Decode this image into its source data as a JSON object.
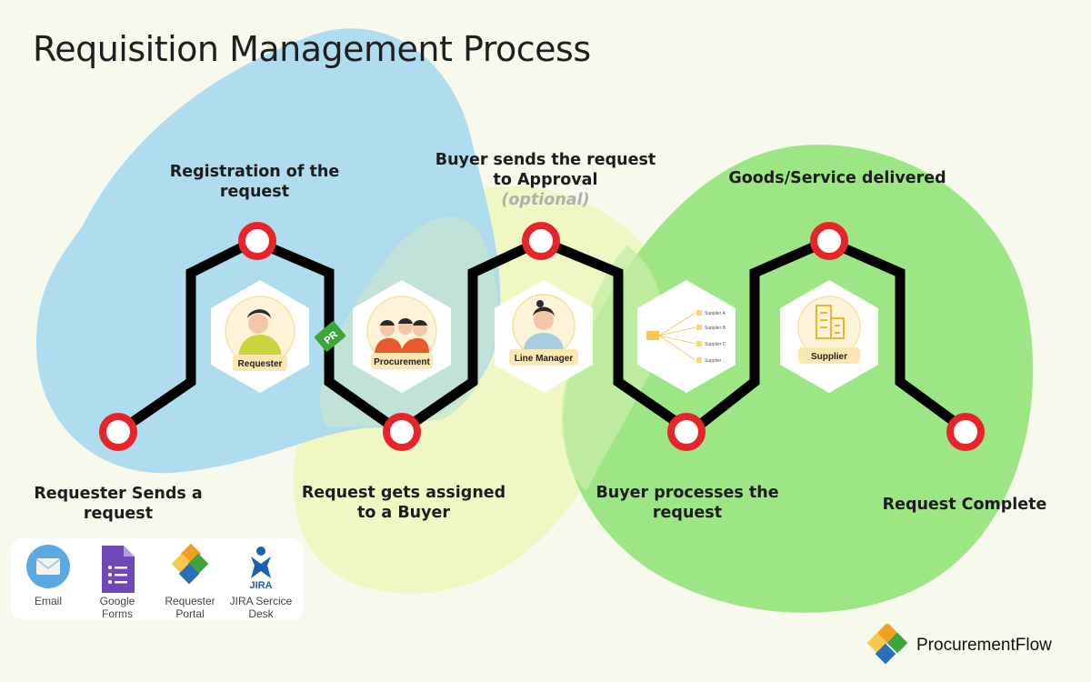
{
  "title": "Requisition Management Process",
  "steps": [
    {
      "label_lines": [
        "Requester Sends a",
        "request"
      ]
    },
    {
      "label_lines": [
        "Registration of the",
        "request"
      ]
    },
    {
      "label_lines": [
        "Request gets assigned",
        "to a Buyer"
      ]
    },
    {
      "label_lines": [
        "Buyer sends the request",
        "to Approval"
      ],
      "note": "(optional)"
    },
    {
      "label_lines": [
        "Buyer processes the",
        "request"
      ]
    },
    {
      "label_lines": [
        "Goods/Service delivered"
      ]
    },
    {
      "label_lines": [
        "Request Complete"
      ]
    }
  ],
  "roles": {
    "requester": "Requester",
    "procurement": "Procurement",
    "line_manager": "Line Manager",
    "supplier": "Supplier",
    "supplier_list": [
      "Supplier A",
      "Supplier B",
      "Supplier C",
      "Supplier ..."
    ],
    "pr_badge": "PR"
  },
  "channels": [
    {
      "label": "Email",
      "icon": "email-icon"
    },
    {
      "label": "Google Forms",
      "icon": "google-forms-icon"
    },
    {
      "label": "Requester Portal",
      "icon": "requester-portal-icon"
    },
    {
      "label": "JIRA Sercice Desk",
      "icon": "jira-icon",
      "icon_text": "JIRA"
    }
  ],
  "brand": {
    "name": "ProcurementFlow"
  },
  "colors": {
    "blue_blob": "#a9d9ef",
    "yellow_blob": "#eef7c1",
    "green_blob": "#98e57f",
    "path": "#000000",
    "node_ring": "#e8242b"
  }
}
